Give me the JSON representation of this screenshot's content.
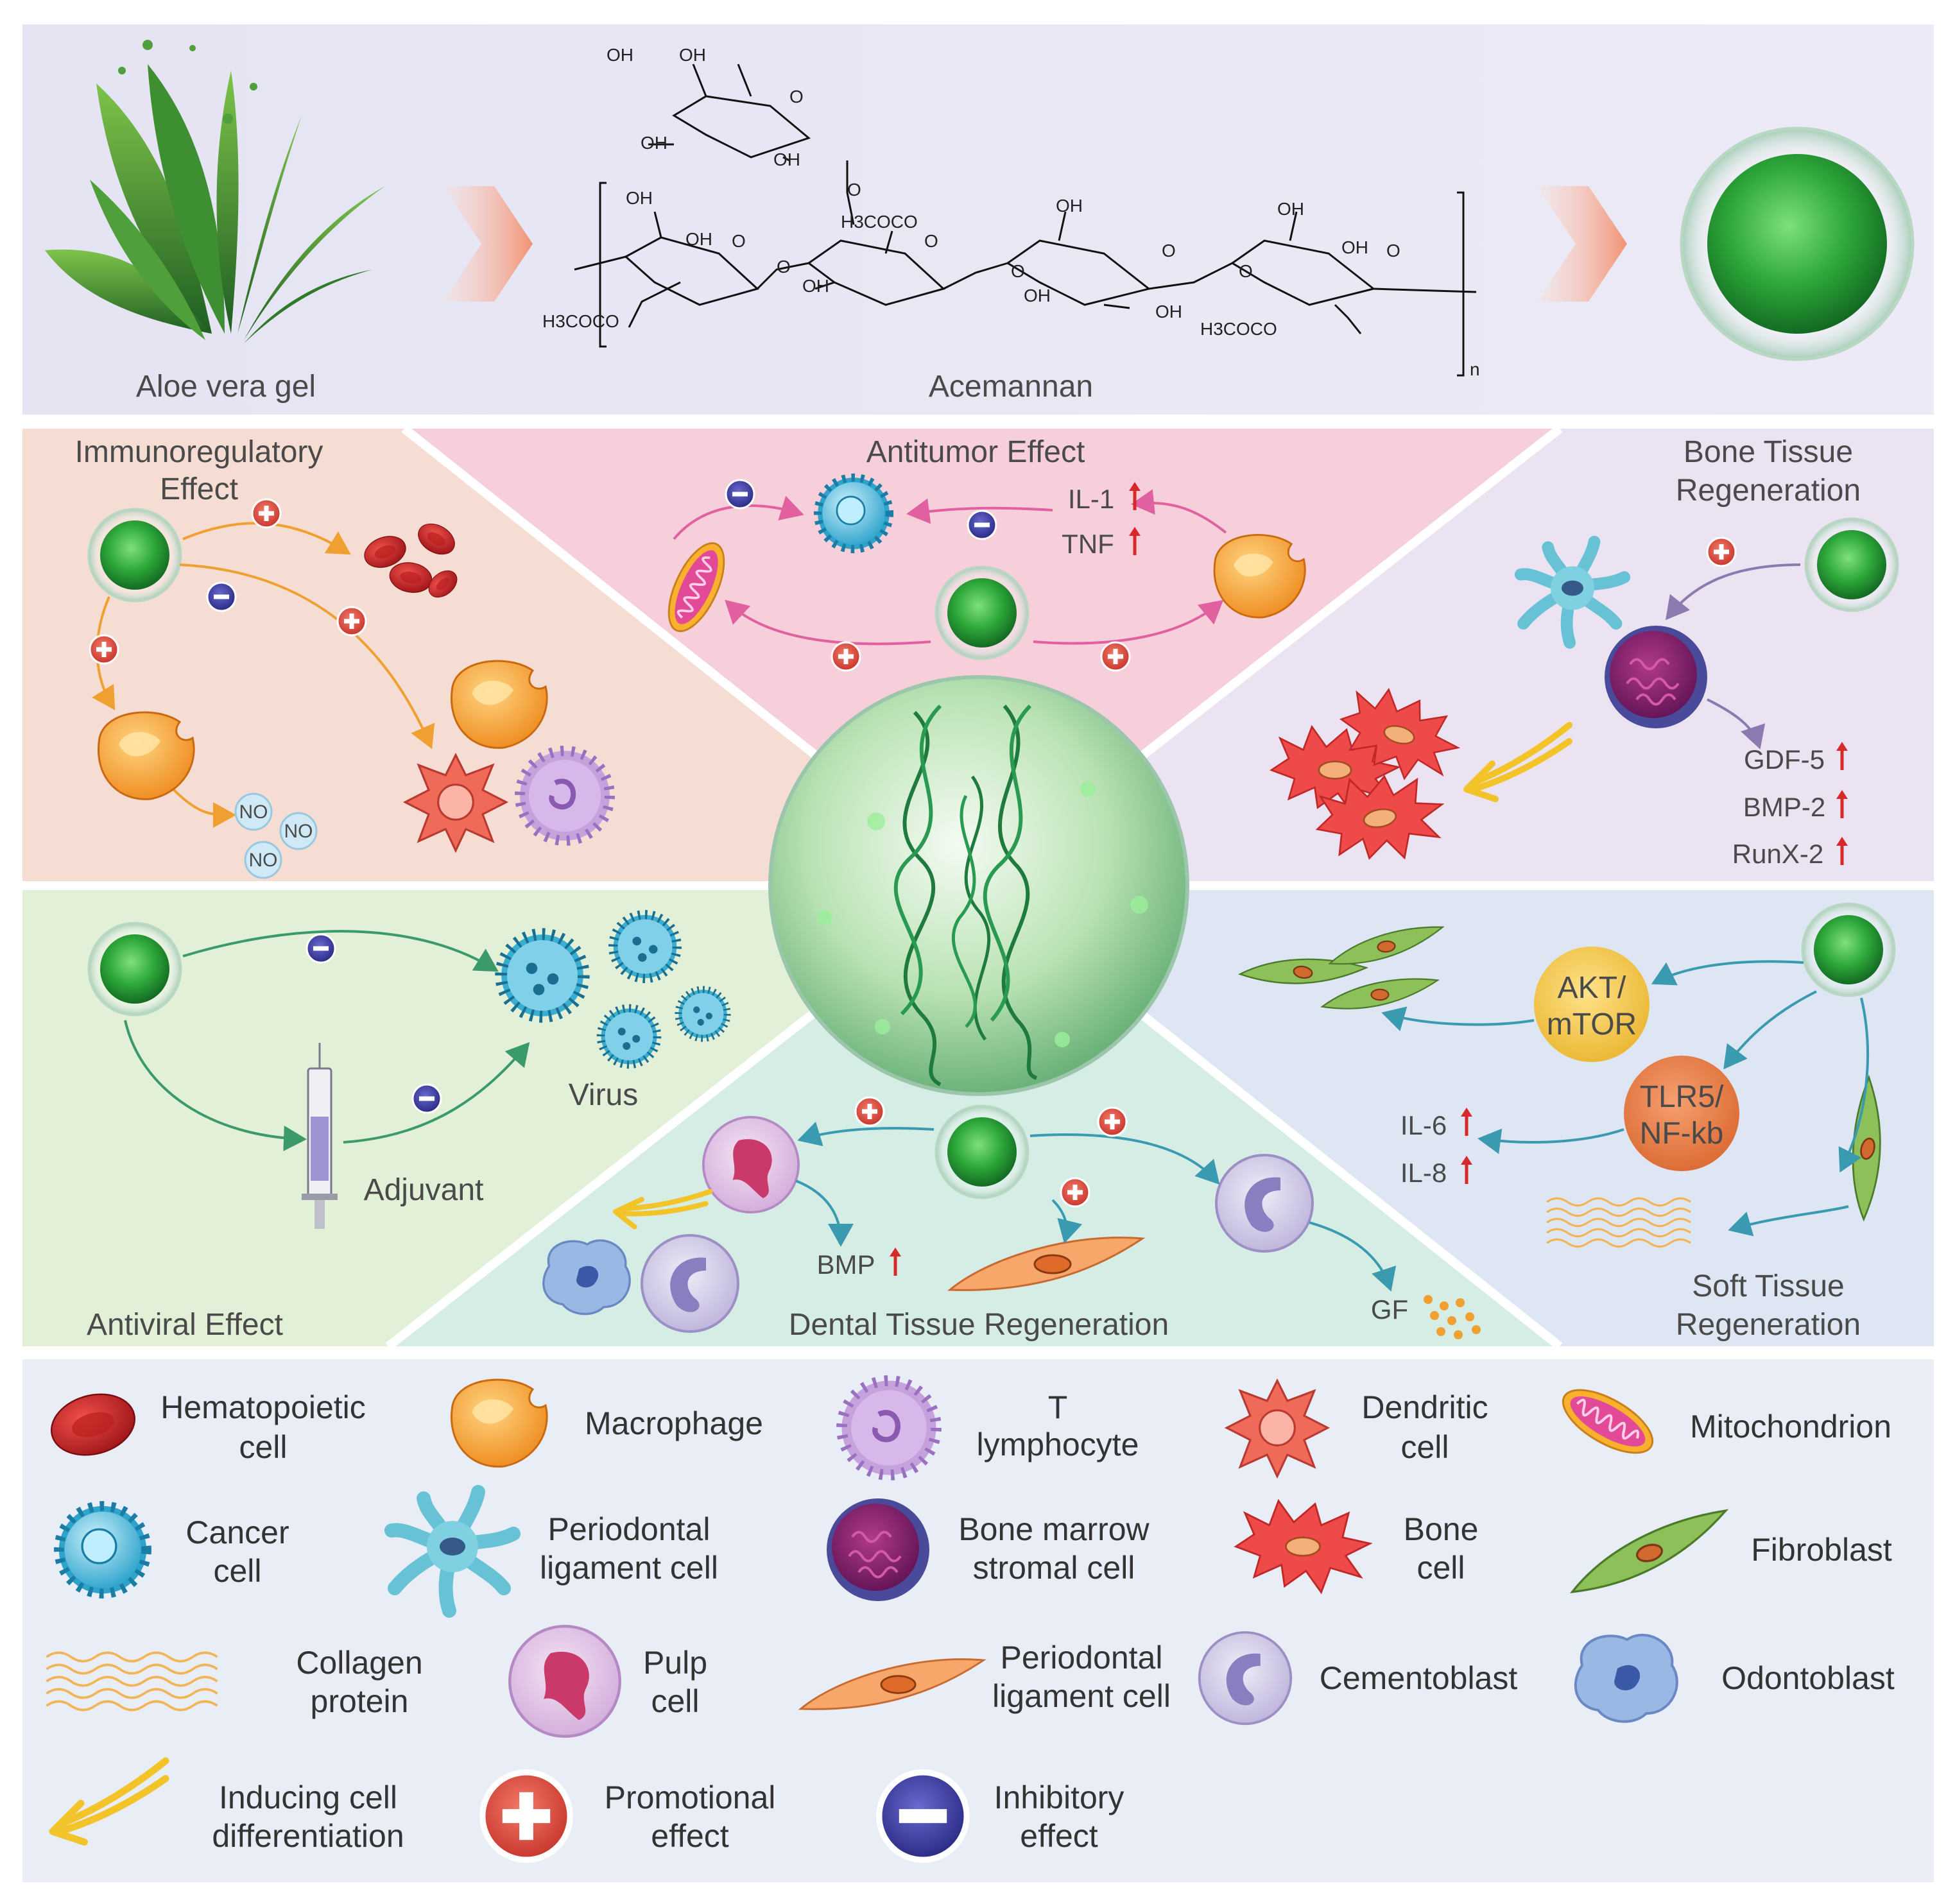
{
  "top": {
    "aloe_label": "Aloe vera gel",
    "acemannan_label": "Acemannan",
    "chem": {
      "oh": "OH",
      "h3coco": "H3COCO",
      "o": "O",
      "n": "n"
    }
  },
  "panels": {
    "immuno": {
      "title_line1": "Immunoregulatory",
      "title_line2": "Effect",
      "no": "NO"
    },
    "antitumor": {
      "title": "Antitumor Effect",
      "il1": "IL-1",
      "tnf": "TNF"
    },
    "bone": {
      "title_line1": "Bone Tissue",
      "title_line2": "Regeneration",
      "gdf5": "GDF-5",
      "bmp2": "BMP-2",
      "runx2": "RunX-2"
    },
    "antiviral": {
      "virus": "Virus",
      "adjuvant": "Adjuvant",
      "title": "Antiviral Effect"
    },
    "dental": {
      "bmp": "BMP",
      "gf": "GF",
      "title": "Dental Tissue Regeneration"
    },
    "soft": {
      "akt_line1": "AKT/",
      "akt_line2": "mTOR",
      "tlr_line1": "TLR5/",
      "tlr_line2": "NF-kb",
      "il6": "IL-6",
      "il8": "IL-8",
      "title_line1": "Soft Tissue",
      "title_line2": "Regeneration"
    }
  },
  "legend": [
    {
      "id": "hematopoietic",
      "line1": "Hematopoietic",
      "line2": "cell"
    },
    {
      "id": "macrophage",
      "line1": "Macrophage",
      "line2": ""
    },
    {
      "id": "t-lymphocyte",
      "line1": "T",
      "line2": "lymphocyte"
    },
    {
      "id": "dendritic",
      "line1": "Dendritic",
      "line2": "cell"
    },
    {
      "id": "mitochondrion",
      "line1": "Mitochondrion",
      "line2": ""
    },
    {
      "id": "cancer",
      "line1": "Cancer",
      "line2": "cell"
    },
    {
      "id": "periodontal-1",
      "line1": "Periodontal",
      "line2": "ligament cell"
    },
    {
      "id": "bone-marrow",
      "line1": "Bone marrow",
      "line2": "stromal cell"
    },
    {
      "id": "bone-cell",
      "line1": "Bone",
      "line2": "cell"
    },
    {
      "id": "fibroblast",
      "line1": "Fibroblast",
      "line2": ""
    },
    {
      "id": "collagen",
      "line1": "Collagen",
      "line2": "protein"
    },
    {
      "id": "pulp",
      "line1": "Pulp",
      "line2": "cell"
    },
    {
      "id": "periodontal-2",
      "line1": "Periodontal",
      "line2": "ligament cell"
    },
    {
      "id": "cementoblast",
      "line1": "Cementoblast",
      "line2": ""
    },
    {
      "id": "odontoblast",
      "line1": "Odontoblast",
      "line2": ""
    },
    {
      "id": "inducing",
      "line1": "Inducing cell",
      "line2": "differentiation"
    },
    {
      "id": "promotional",
      "line1": "Promotional",
      "line2": "effect"
    },
    {
      "id": "inhibitory",
      "line1": "Inhibitory",
      "line2": "effect"
    }
  ],
  "colors": {
    "promote": "#d9453a",
    "inhibit": "#3a3a9a",
    "arrow_orange": "#f0a030",
    "arrow_pink": "#e060a0",
    "arrow_teal": "#3a9ab0",
    "arrow_green": "#3a9a6a",
    "arrow_purple": "#8a7ab0"
  }
}
